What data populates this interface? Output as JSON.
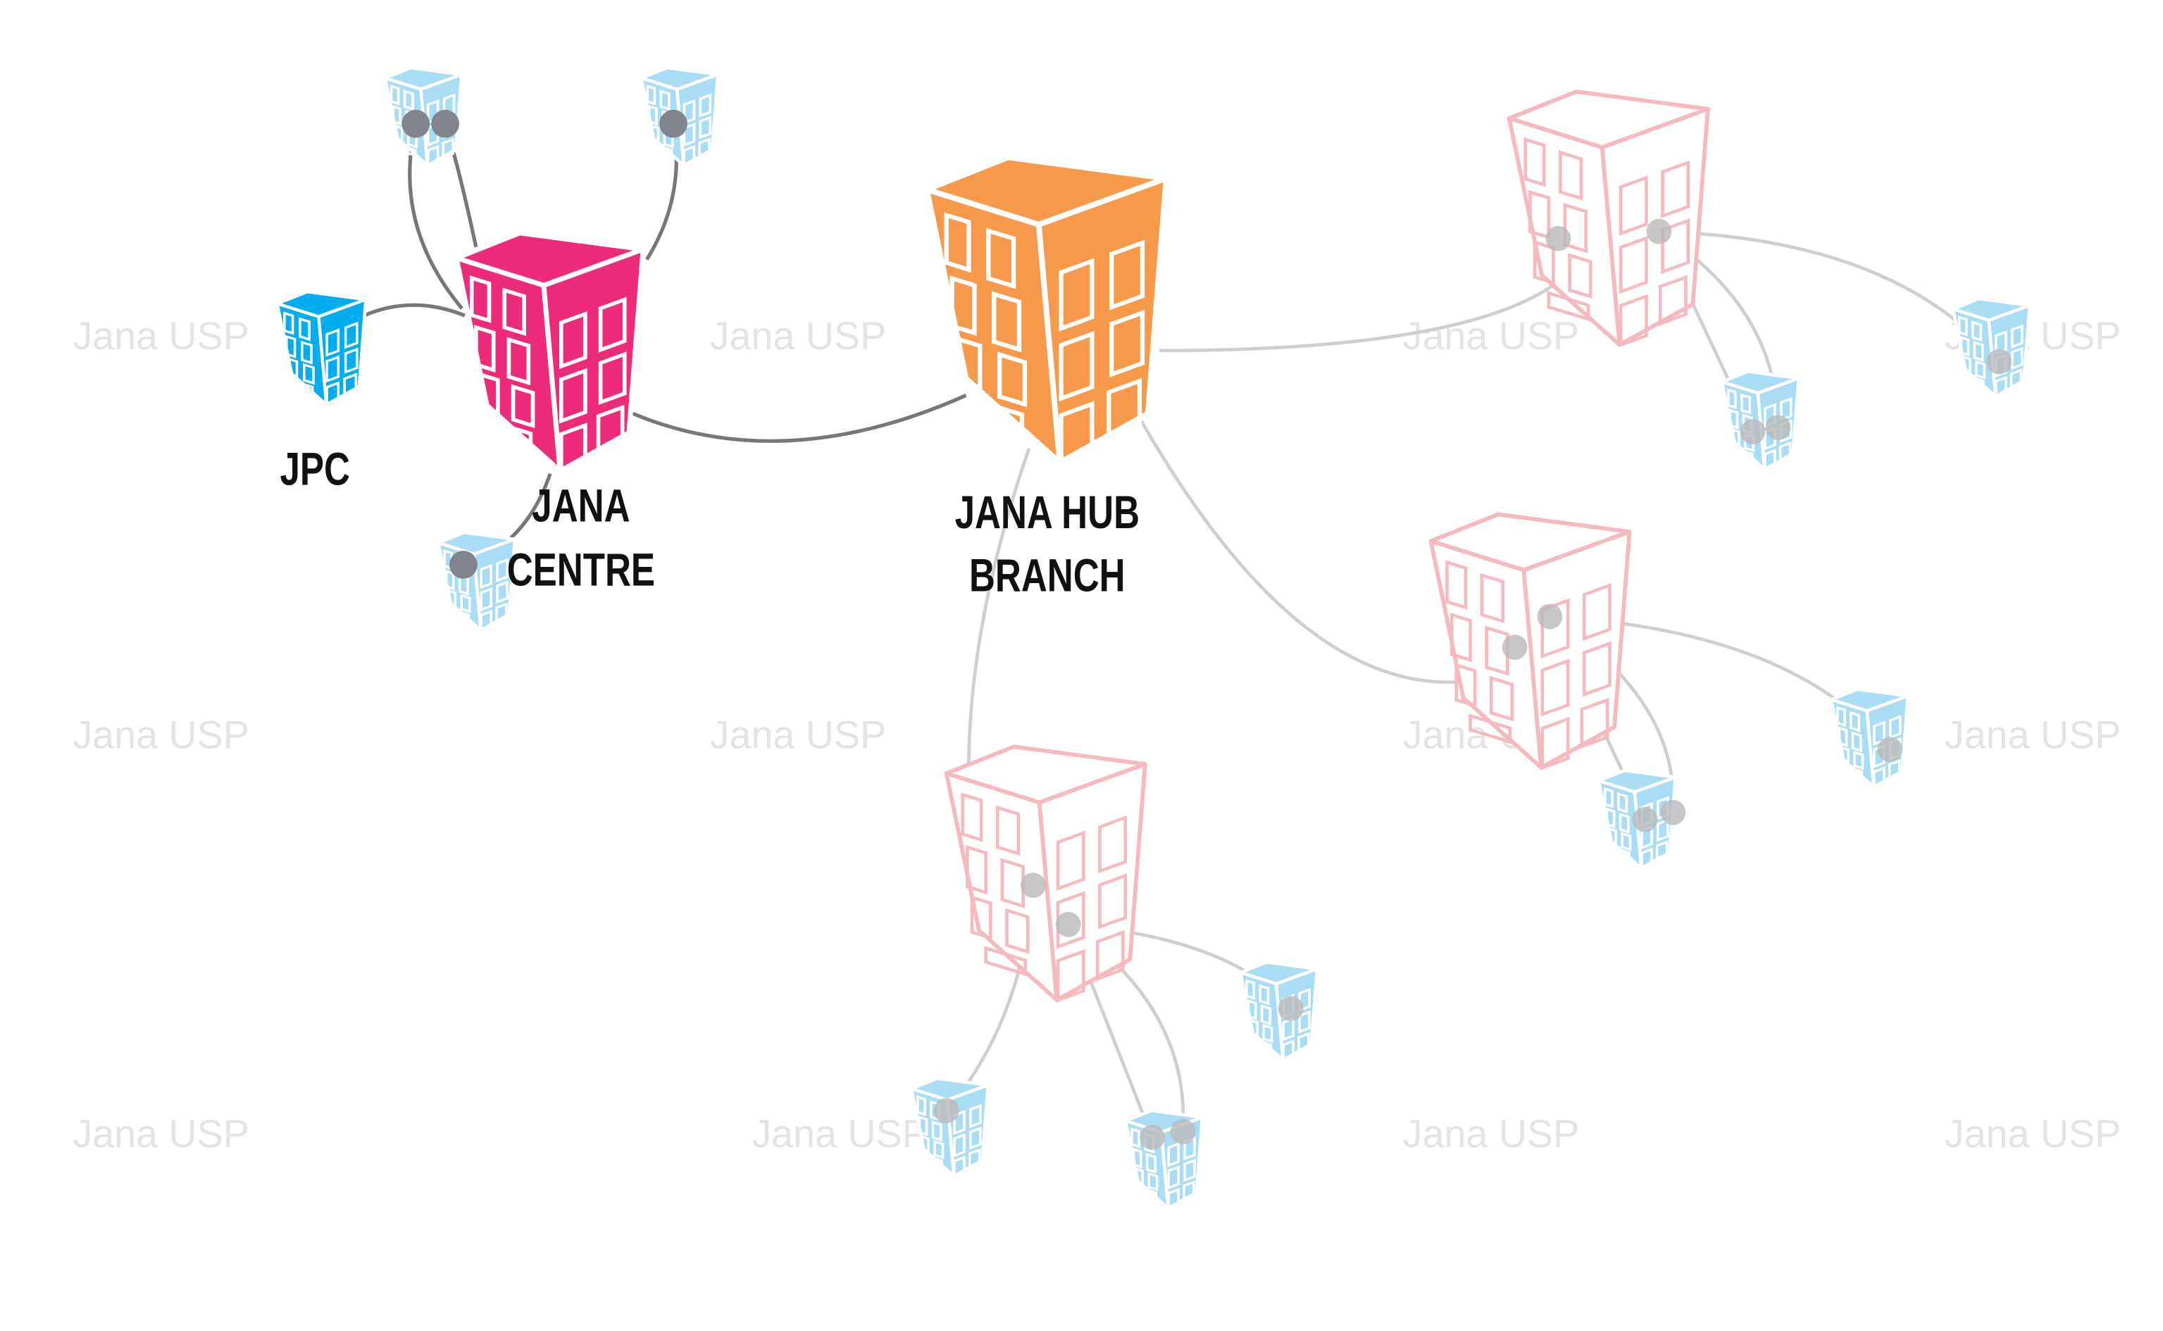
{
  "diagram": {
    "nodes": {
      "hub": {
        "label_line1": "JANA HUB",
        "label_line2": "BRANCH"
      },
      "centre": {
        "label_line1": "JANA",
        "label_line2": "CENTRE"
      },
      "jpc": {
        "label": "JPC"
      }
    },
    "watermark": "Jana USP",
    "colors": {
      "hub": "#f7994a",
      "centre": "#ee2a7b",
      "jpc": "#00aeef",
      "faded_branch": "#f5b9bf",
      "faded_usp": "#a9ddf6",
      "edge_active": "#777777",
      "edge_faded": "#cfcfcf"
    }
  }
}
